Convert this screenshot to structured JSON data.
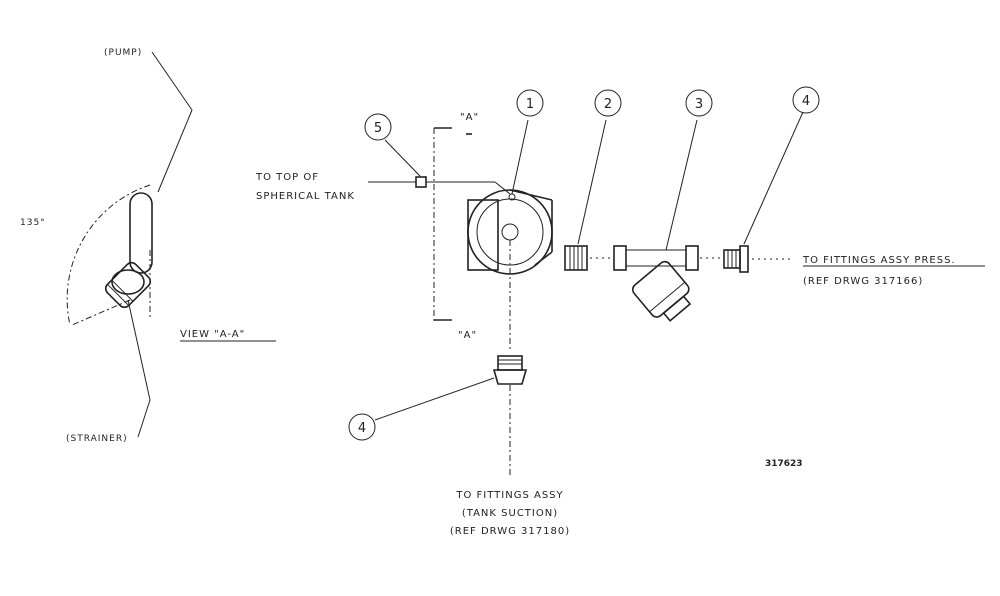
{
  "view": {
    "pump_label": "(PUMP)",
    "strainer_label": "(STRAINER)",
    "angle_label": "135°",
    "title": "VIEW \"A-A\""
  },
  "section": {
    "top_label": "\"A\"",
    "bottom_label": "\"A\""
  },
  "callouts": {
    "c1": "1",
    "c2": "2",
    "c3": "3",
    "c4_top": "4",
    "c4_bottom": "4",
    "c5": "5"
  },
  "notes": {
    "tank_line1": "TO TOP OF",
    "tank_line2": "SPHERICAL TANK",
    "press_line1": "TO FITTINGS ASSY PRESS.",
    "press_line2": "(REF DRWG 317166)",
    "suction_line1": "TO FITTINGS ASSY",
    "suction_line2": "(TANK SUCTION)",
    "suction_line3": "(REF DRWG 317180)"
  },
  "drawing_number": "317623"
}
